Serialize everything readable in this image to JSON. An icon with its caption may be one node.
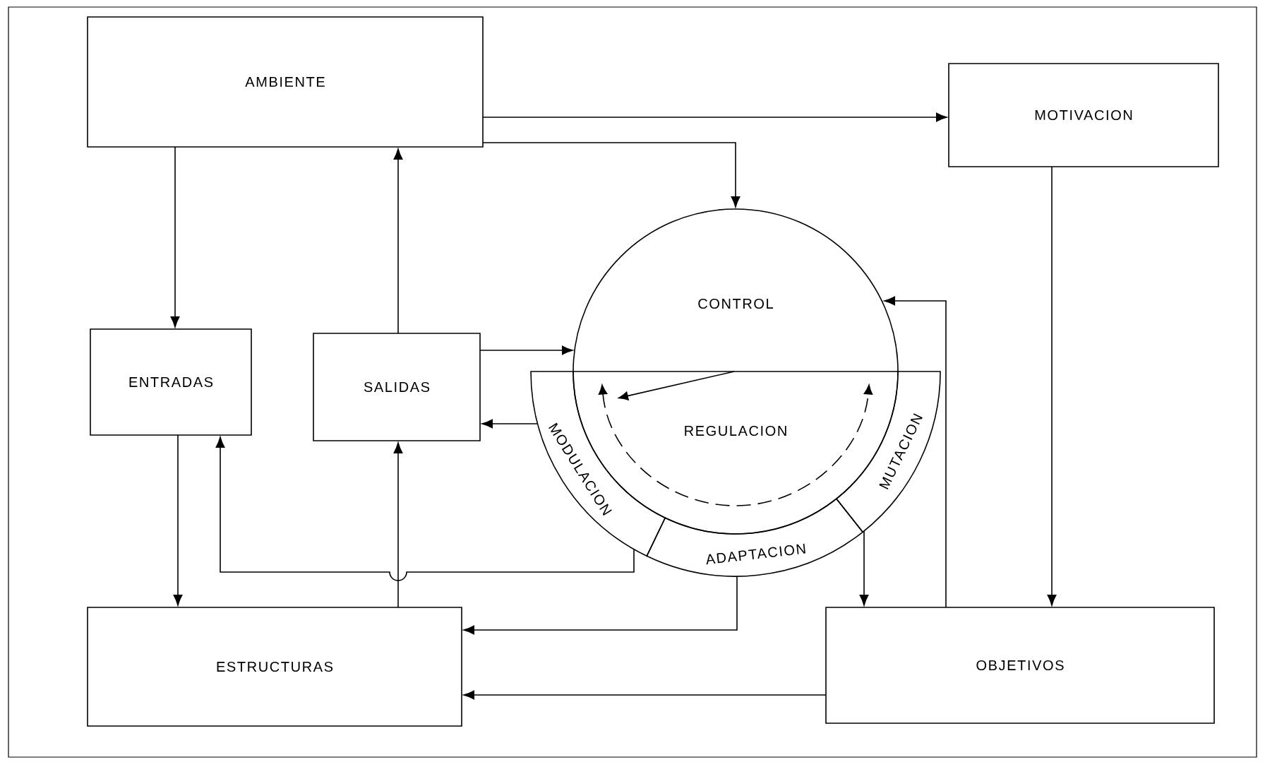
{
  "diagram": {
    "nodes": [
      {
        "text": [
          "AMBIENTE"
        ]
      },
      {
        "text": [
          "MOTIVACION"
        ]
      },
      {
        "text": [
          "CONTROL"
        ]
      },
      {
        "text": [
          "REGULACION"
        ],
        "in": 2
      },
      {
        "text": [
          "ENTRADAS"
        ]
      },
      {
        "text": [
          "SALIDAS"
        ]
      },
      {
        "text": [
          "MODULACION"
        ]
      },
      {
        "text": [
          "MUTACION"
        ]
      },
      {
        "text": [
          "ADAPTACION"
        ]
      },
      {
        "text": [
          "ESTRUCTURAS"
        ]
      },
      {
        "text": [
          "OBJETIVOS"
        ]
      }
    ],
    "edges": [
      {
        "from": 0,
        "to": 1,
        "arrow": "to"
      },
      {
        "from": 0,
        "to": 2,
        "arrow": "to"
      },
      {
        "from": 0,
        "to": 4,
        "arrow": "to"
      },
      {
        "from": 5,
        "to": 0,
        "arrow": "to"
      },
      {
        "from": 5,
        "to": 2,
        "arrow": "to"
      },
      {
        "from": 6,
        "to": 5,
        "arrow": "to"
      },
      {
        "from": 6,
        "to": 4,
        "arrow": "to"
      },
      {
        "from": 9,
        "to": 5,
        "arrow": "to"
      },
      {
        "from": 4,
        "to": 9,
        "arrow": "to"
      },
      {
        "from": 8,
        "to": 9,
        "arrow": "to"
      },
      {
        "from": 7,
        "to": 10,
        "arrow": "to"
      },
      {
        "from": 10,
        "to": 2,
        "arrow": "to"
      },
      {
        "from": 1,
        "to": 10,
        "arrow": "to"
      },
      {
        "from": 10,
        "to": 9,
        "arrow": "to"
      }
    ]
  }
}
